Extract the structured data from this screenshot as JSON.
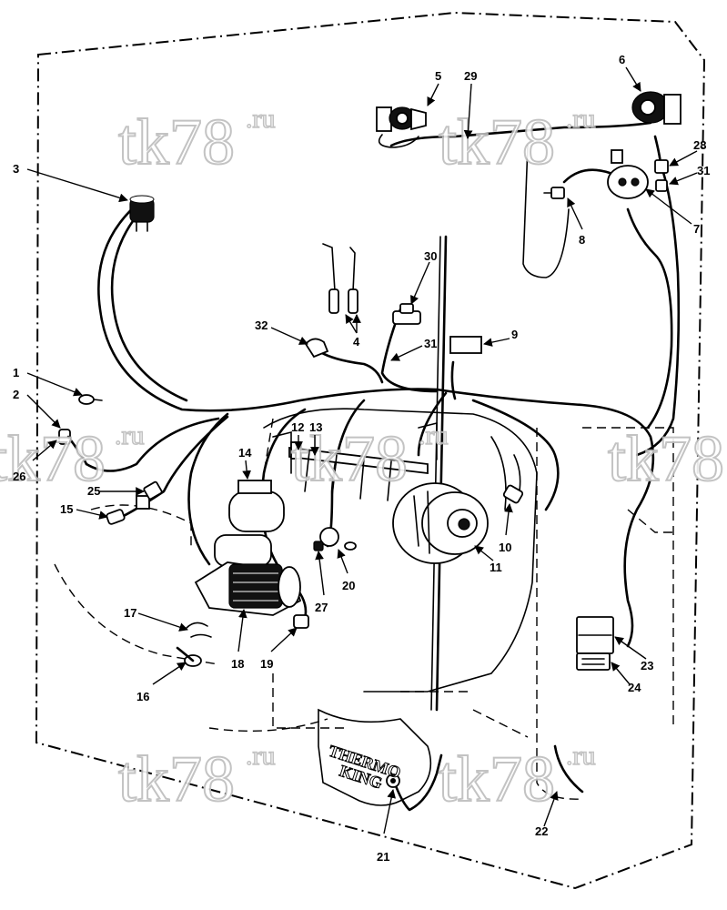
{
  "watermark": {
    "main": "tk78",
    "suffix": ".ru"
  },
  "brand_mark": {
    "line1": "THERMO",
    "line2": "KING"
  },
  "callouts": {
    "c1": "1",
    "c2": "2",
    "c3": "3",
    "c4": "4",
    "c5": "5",
    "c6": "6",
    "c7": "7",
    "c8": "8",
    "c9": "9",
    "c10": "10",
    "c11": "11",
    "c12": "12",
    "c13": "13",
    "c14": "14",
    "c15": "15",
    "c16": "16",
    "c17": "17",
    "c18": "18",
    "c19": "19",
    "c20": "20",
    "c21": "21",
    "c22": "22",
    "c23": "23",
    "c24": "24",
    "c25": "25",
    "c26": "26",
    "c27": "27",
    "c28": "28",
    "c29": "29",
    "c30": "30",
    "c31a": "31",
    "c31b": "31",
    "c32": "32"
  }
}
